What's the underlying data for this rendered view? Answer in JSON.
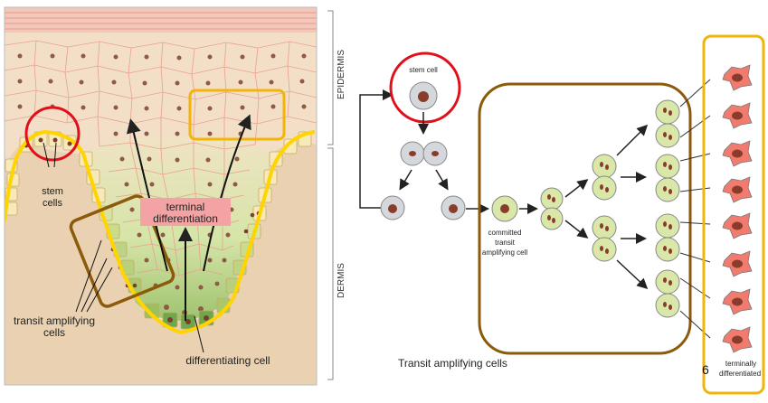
{
  "left_panel": {
    "labels": {
      "stem": "stem cells",
      "terminal": "terminal differentiation",
      "transit": "transit amplifying cells",
      "differentiating": "differentiating cell"
    },
    "colors": {
      "tissue_background": "#f1d5b8",
      "dermis": "#ead4b4",
      "basal_layer": "#f4e2a0",
      "transit_zone": "#b9d28d",
      "nuclei": "#8a4a3a",
      "membrane_outline": "#ffd400",
      "terminal_label_bg": "#f3a3a3"
    }
  },
  "layers": {
    "epidermis": "EPIDERMIS",
    "dermis": "DERMIS"
  },
  "right_panel": {
    "stem_label": "stem cell",
    "committed_label": "committed transit amplifying cell",
    "transit_caption": "Transit amplifying cells",
    "terminal_label": "terminally differentiated",
    "page_number": "6",
    "colors": {
      "stem_cell": "#d4d8dc",
      "transit_cell": "#d9e8a8",
      "differentiated_cell": "#f07b6e",
      "nucleus": "#8a3c2a",
      "red_highlight": "#e0101a",
      "brown_box": "#8b5a0a",
      "gold_box": "#f2b40a"
    }
  }
}
